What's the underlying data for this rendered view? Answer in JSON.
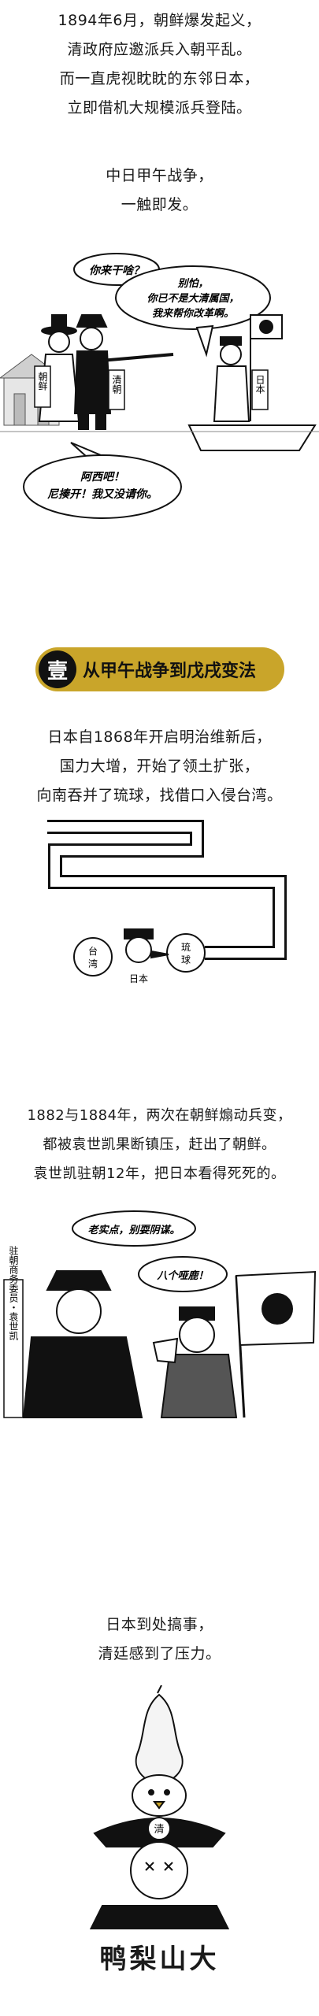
{
  "intro": {
    "lines": [
      "1894年6月，朝鲜爆发起义，",
      "清政府应邀派兵入朝平乱。",
      "而一直虎视眈眈的东邻日本，",
      "立即借机大规模派兵登陆。"
    ]
  },
  "war": {
    "lines": [
      "中日甲午战争，",
      "一触即发。"
    ]
  },
  "panel1": {
    "bubble_japan_question": "你来干啥？",
    "bubble_japan_reply_1": "别怕，",
    "bubble_japan_reply_2": "你已不是大清属国，",
    "bubble_japan_reply_3": "我来帮你改革啊。",
    "bubble_korea_1": "阿西吧！",
    "bubble_korea_2": "尼揍开！我又没请你。",
    "label_korea": "朝鲜",
    "label_qing": "清朝",
    "label_japan": "日本"
  },
  "banner": {
    "badge": "壹",
    "title": "从甲午战争到戊戌变法"
  },
  "meiji": {
    "lines": [
      "日本自1868年开启明治维新后，",
      "国力大增，开始了领土扩张，",
      "向南吞并了琉球，找借口入侵台湾。"
    ]
  },
  "panel2": {
    "label_taiwan": "台湾",
    "label_ryukyu": "琉球",
    "label_japan": "日本"
  },
  "korea_events": {
    "lines": [
      "1882与1884年，两次在朝鲜煽动兵变，",
      "都被袁世凯果断镇压，赶出了朝鲜。",
      "袁世凯驻朝12年，把日本看得死死的。"
    ]
  },
  "panel3": {
    "bubble_yuan": "老实点，别耍阴谋。",
    "bubble_japan": "八个哑鹿！",
    "side_label": "驻朝商务委员・袁世凯"
  },
  "pressure": {
    "lines": [
      "日本到处搞事，",
      "清廷感到了压力。"
    ]
  },
  "panel4": {
    "hat_char": "清"
  },
  "signature": "鸭梨山大",
  "colors": {
    "banner": "#c9a52a",
    "ink": "#111111",
    "sun": "#111111"
  }
}
